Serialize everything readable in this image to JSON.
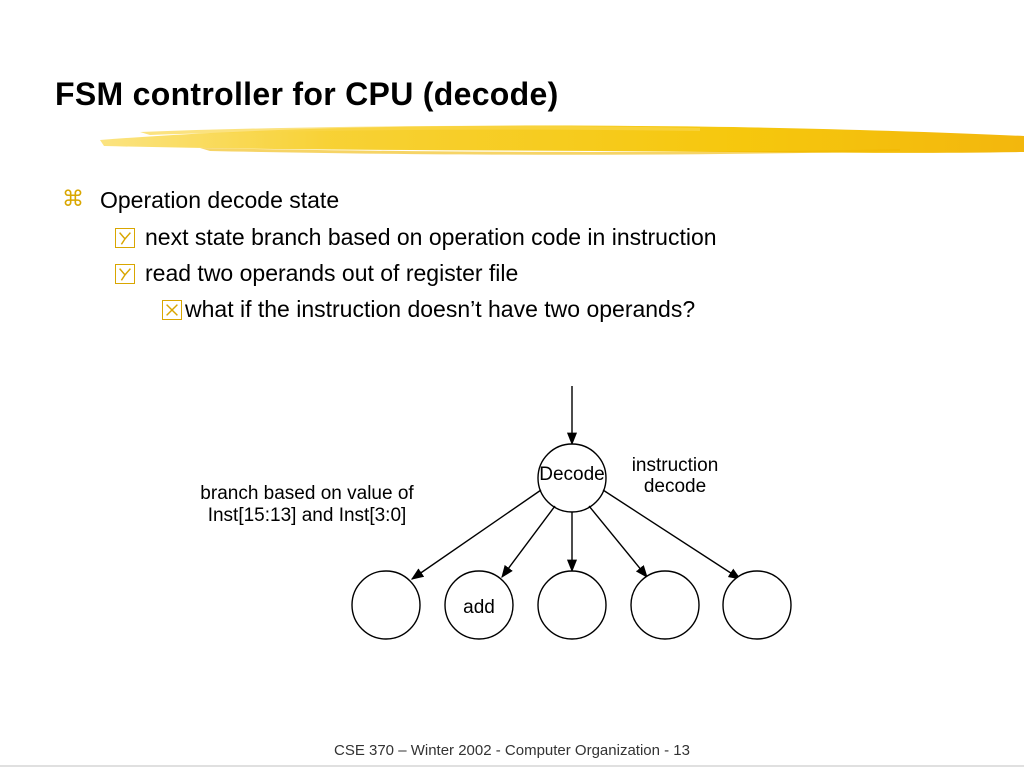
{
  "slide": {
    "title": "FSM controller for CPU (decode)",
    "bullets": [
      {
        "level": 1,
        "icon": "command-key-icon",
        "text": "Operation decode state"
      },
      {
        "level": 2,
        "icon": "y-box-icon",
        "text": "next state branch based on operation code in instruction"
      },
      {
        "level": 2,
        "icon": "y-box-icon",
        "text": "read two operands out of register file"
      },
      {
        "level": 3,
        "icon": "x-box-icon",
        "text": "what if the instruction doesn’t have two operands?"
      }
    ],
    "footer": "CSE 370 – Winter 2002 - Computer Organization - 13"
  },
  "diagram": {
    "decode_label": "Decode",
    "side_note_line1": "instruction",
    "side_note_line2": "decode",
    "branch_line1": "branch based on value of",
    "branch_line2": "Inst[15:13] and Inst[3:0]",
    "child_labels": [
      "",
      "add",
      "",
      "",
      ""
    ]
  },
  "colors": {
    "accent": "#f5c400",
    "bullet_icon": "#d9a600"
  }
}
